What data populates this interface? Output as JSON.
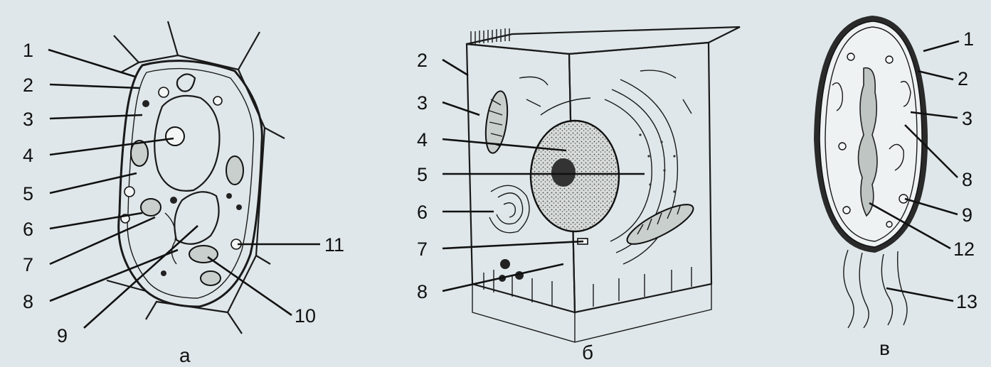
{
  "colors": {
    "background": "#dfe7ea",
    "ink": "#111111",
    "cytoplasm": "#eef2f2",
    "nucleus": "#d7dcda"
  },
  "panels": [
    {
      "caption": "а",
      "labels": [
        "1",
        "2",
        "3",
        "4",
        "5",
        "6",
        "7",
        "8",
        "9",
        "10",
        "11"
      ]
    },
    {
      "caption": "б",
      "labels": [
        "2",
        "3",
        "4",
        "5",
        "6",
        "7",
        "8"
      ]
    },
    {
      "caption": "в",
      "labels": [
        "1",
        "2",
        "3",
        "8",
        "9",
        "12",
        "13"
      ]
    }
  ]
}
